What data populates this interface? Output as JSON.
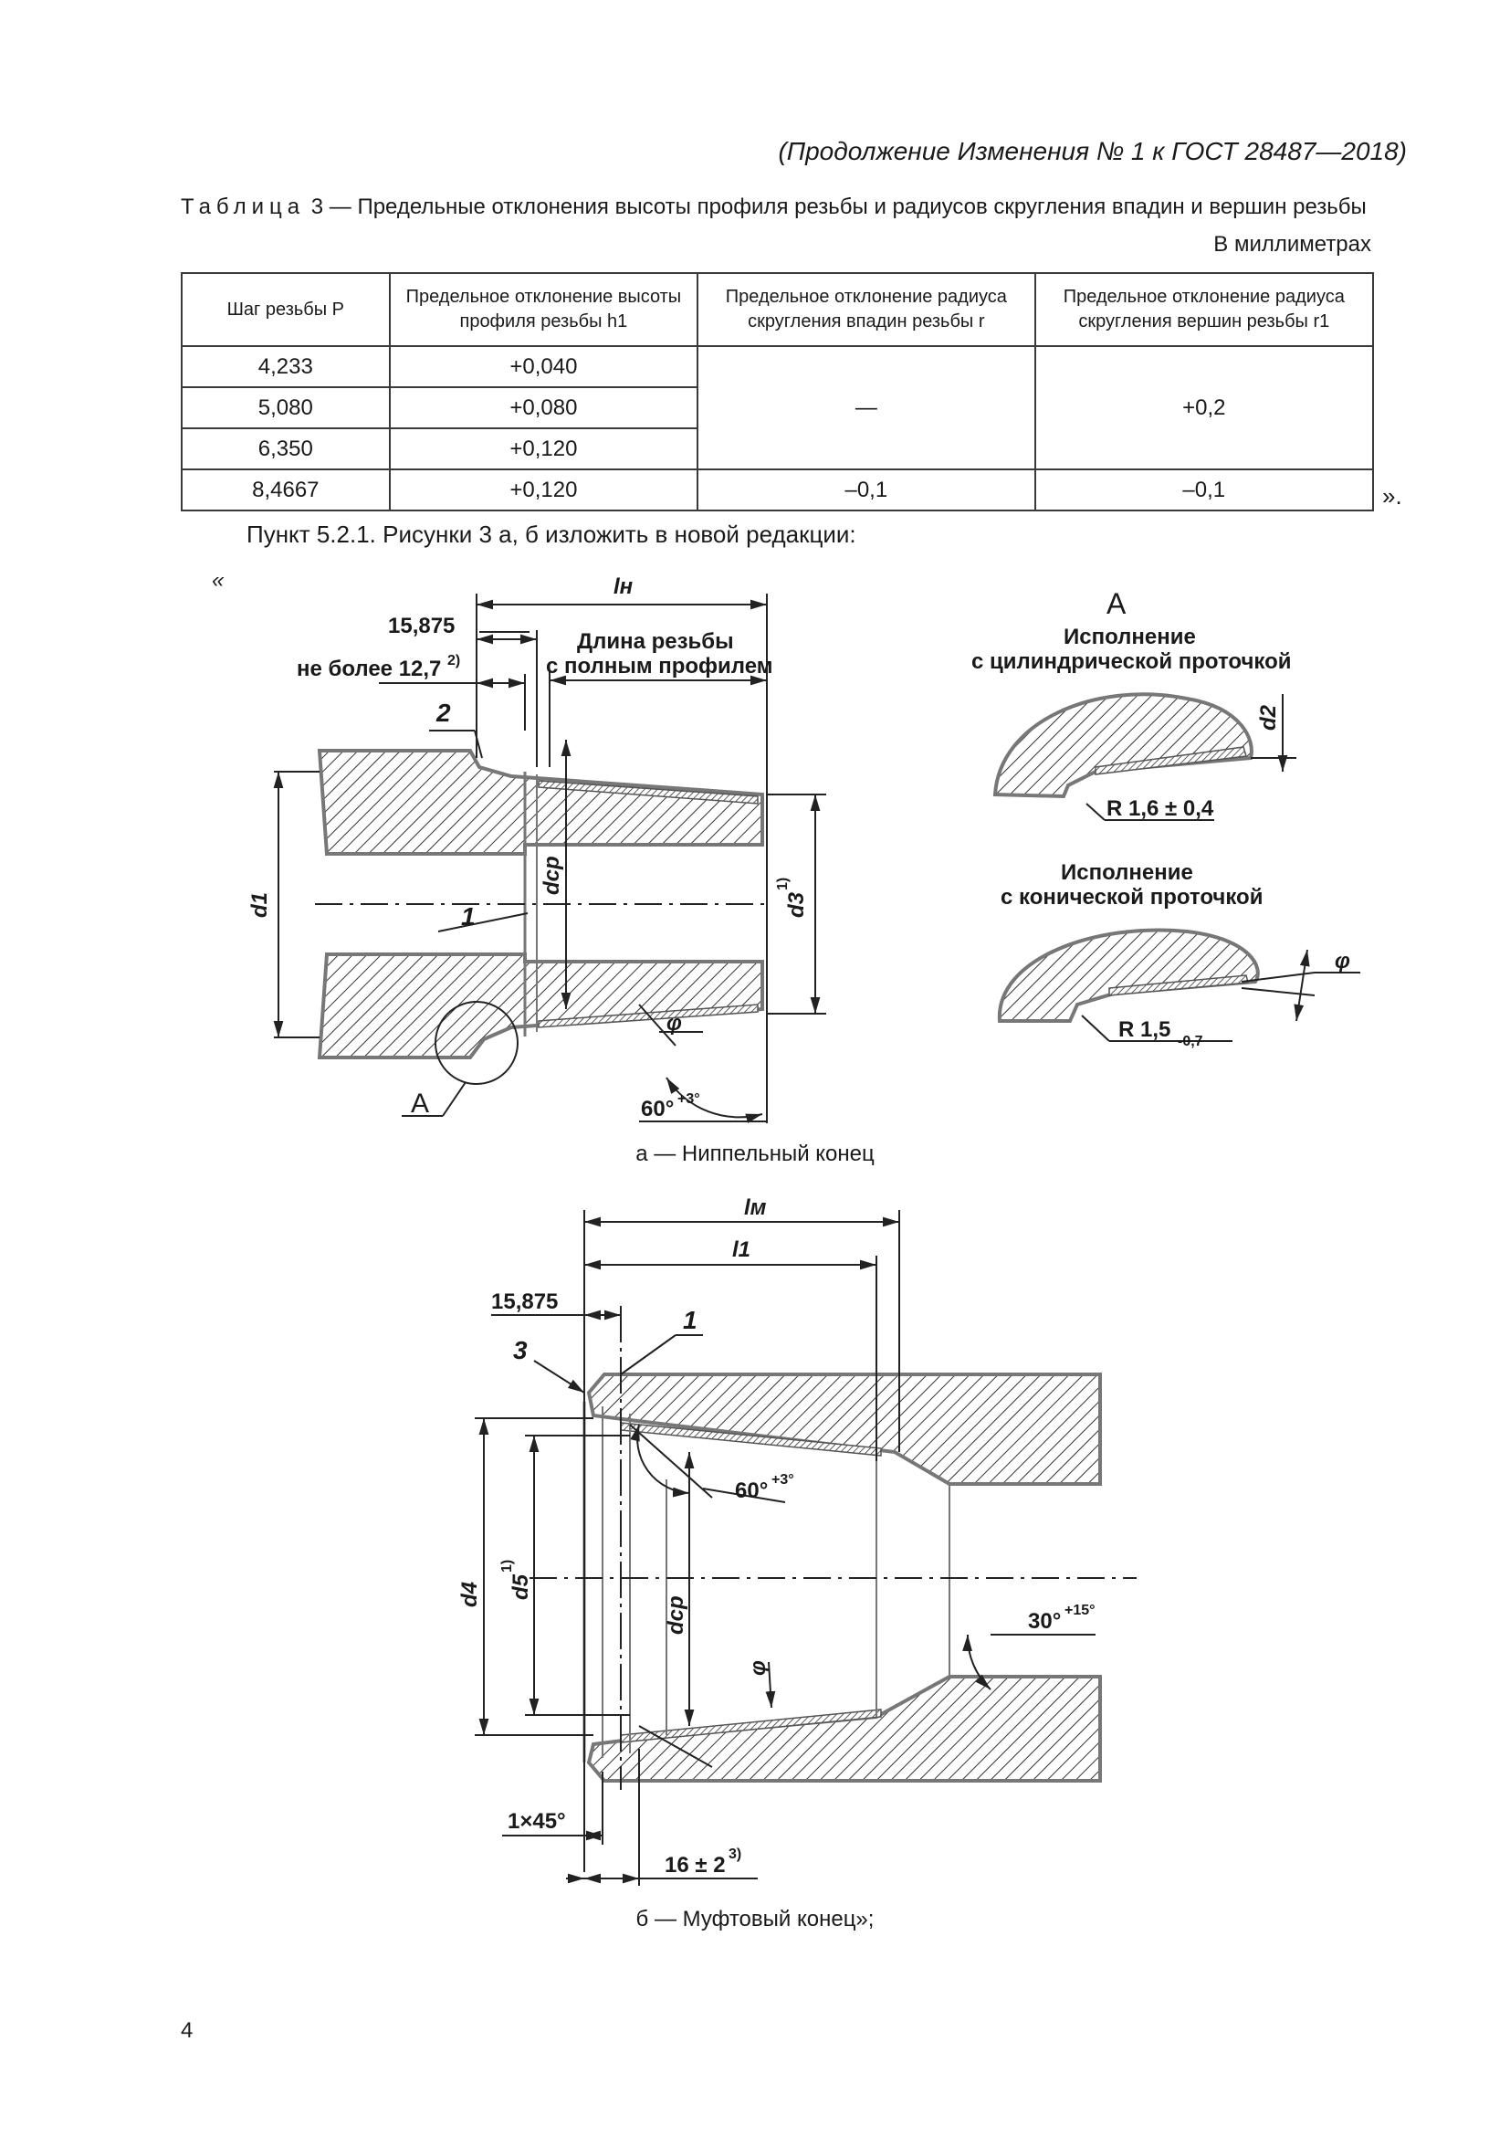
{
  "header": "(Продолжение Изменения № 1 к ГОСТ 28487—2018)",
  "table": {
    "caption_lead": "Таблица",
    "caption_rest": " 3 — Предельные отклонения высоты профиля резьбы и радиусов скругления впадин и вершин резьбы",
    "units": "В миллиметрах",
    "col_headers": [
      "Шаг резьбы P",
      "Предельное отклонение высоты профиля резьбы h1",
      "Предельное отклонение радиуса скругления впадин резьбы r",
      "Предельное отклонение радиуса скругления вершин резьбы r1"
    ],
    "rows": [
      [
        "4,233",
        "+0,040"
      ],
      [
        "5,080",
        "+0,080"
      ],
      [
        "6,350",
        "+0,120"
      ],
      [
        "8,4667",
        "+0,120",
        "–0,1",
        "–0,1"
      ]
    ],
    "merged_r": "—",
    "merged_r1": "+0,2",
    "closing_quote": "»."
  },
  "paragraph": "Пункт 5.2.1. Рисунки 3 а, б изложить в новой редакции:",
  "open_quote": "«",
  "figure_a": {
    "l_n": "lн",
    "dim_15875": "15,875",
    "not_more": "не более 12,7",
    "not_more_sup": "2)",
    "thread_len_1": "Длина резьбы",
    "thread_len_2": "с полным профилем",
    "callout_2": "2",
    "callout_1": "1",
    "d1": "d1",
    "dcp": "dср",
    "d3": "d3",
    "d3_sup": "1)",
    "phi": "φ",
    "detail_A": "А",
    "angle_60": "60°",
    "angle_60_tol": "+3°",
    "caption": "а — Ниппельный конец"
  },
  "detail_A": {
    "title": "А",
    "cyl_title_1": "Исполнение",
    "cyl_title_2": "с цилиндрической проточкой",
    "d2": "d2",
    "r_cyl": "R 1,6 ± 0,4",
    "con_title_1": "Исполнение",
    "con_title_2": "с конической проточкой",
    "phi": "φ",
    "r_con": "R 1,5",
    "r_con_tol": "-0,7"
  },
  "figure_b": {
    "l_m": "lм",
    "l1": "l1",
    "dim_15875": "15,875",
    "callout_1": "1",
    "callout_3": "3",
    "angle_60": "60°",
    "angle_60_tol": "+3°",
    "d4": "d4",
    "d5": "d5",
    "d5_sup": "1)",
    "dcp": "dср",
    "phi": "φ",
    "angle_30": "30°",
    "angle_30_tol": "+15°",
    "chamfer": "1×45°",
    "dim_16": "16 ± 2",
    "dim_16_sup": "3)",
    "caption": "б — Муфтовый конец»;"
  },
  "page_number": "4"
}
